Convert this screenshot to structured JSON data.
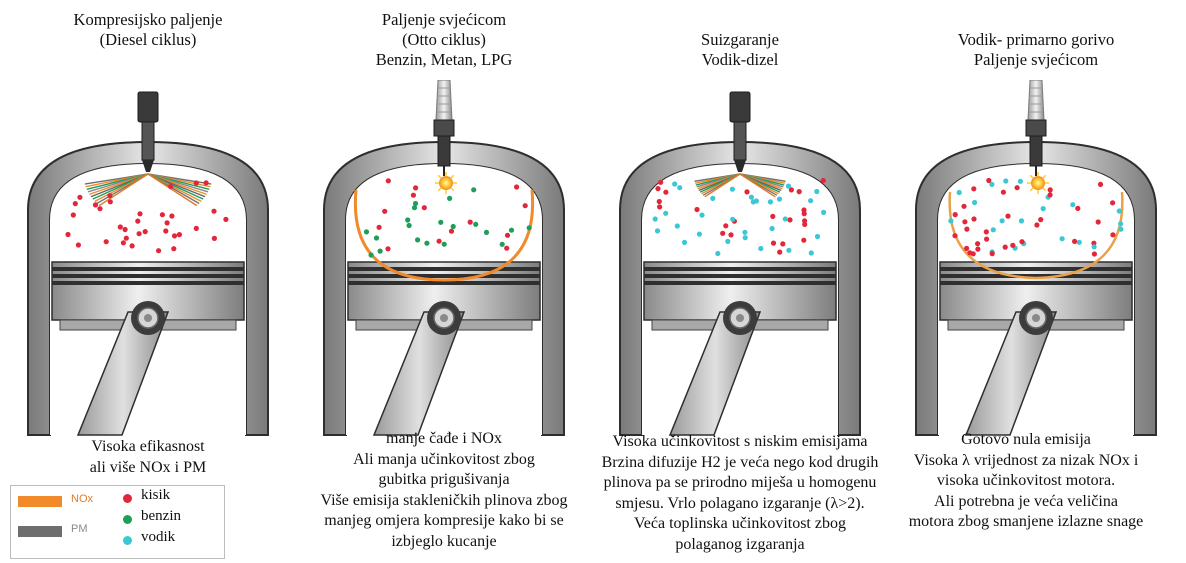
{
  "colors": {
    "oxygen": "#e3263a",
    "gasoline": "#1f9e5a",
    "hydrogen": "#3cc7d6",
    "nox": "#f08a2a",
    "pm": "#6e6e6e",
    "flame": "#f08a2a",
    "spark": "#ffcc33",
    "metal_dark": "#3a3a3a",
    "metal_light": "#c8c8c8"
  },
  "panels": [
    {
      "title": [
        "Kompresijsko paljenje",
        "(Diesel ciklus)"
      ],
      "ignition": "injector",
      "caption": [
        "Visoka efikasnost",
        "ali više NOx i PM"
      ],
      "dots": [
        "oxygen"
      ]
    },
    {
      "title": [
        "Paljenje svjećicom",
        "(Otto ciklus)",
        "Benzin, Metan, LPG"
      ],
      "ignition": "spark-plug",
      "caption": [
        "manje čađe i NOx",
        "Ali manja učinkovitost zbog",
        "gubitka prigušivanja",
        "Više emisija stakleničkih plinova zbog",
        "manjeg omjera kompresije kako bi se",
        "izbjeglo kucanje"
      ],
      "dots": [
        "oxygen",
        "gasoline"
      ]
    },
    {
      "title": [
        "Suizgaranje",
        "Vodik-dizel"
      ],
      "ignition": "injector",
      "caption": [
        "Visoka učinkovitost s niskim emisijama",
        "Brzina difuzije H2 je veća nego kod drugih",
        "plinova pa se prirodno miješa u homogenu",
        "smjesu. Vrlo polagano izgaranje (λ>2).",
        "Veća toplinska učinkovitost zbog",
        "polaganog izgaranja"
      ],
      "dots": [
        "oxygen",
        "hydrogen"
      ]
    },
    {
      "title": [
        "Vodik- primarno gorivo",
        "Paljenje svjećicom"
      ],
      "ignition": "spark-plug",
      "caption": [
        "Gotovo nula emisija",
        "Visoka λ vrijednost za nizak NOx i",
        "visoka učinkovitost motora.",
        "Ali potrebna je veća veličina",
        "motora zbog smanjene izlazne snage"
      ],
      "dots": [
        "oxygen",
        "hydrogen"
      ]
    }
  ],
  "legend": {
    "nox_label": "NOx",
    "pm_label": "PM",
    "items": [
      {
        "label": "kisik",
        "color_key": "oxygen"
      },
      {
        "label": "benzin",
        "color_key": "gasoline"
      },
      {
        "label": "vodik",
        "color_key": "hydrogen"
      }
    ]
  }
}
